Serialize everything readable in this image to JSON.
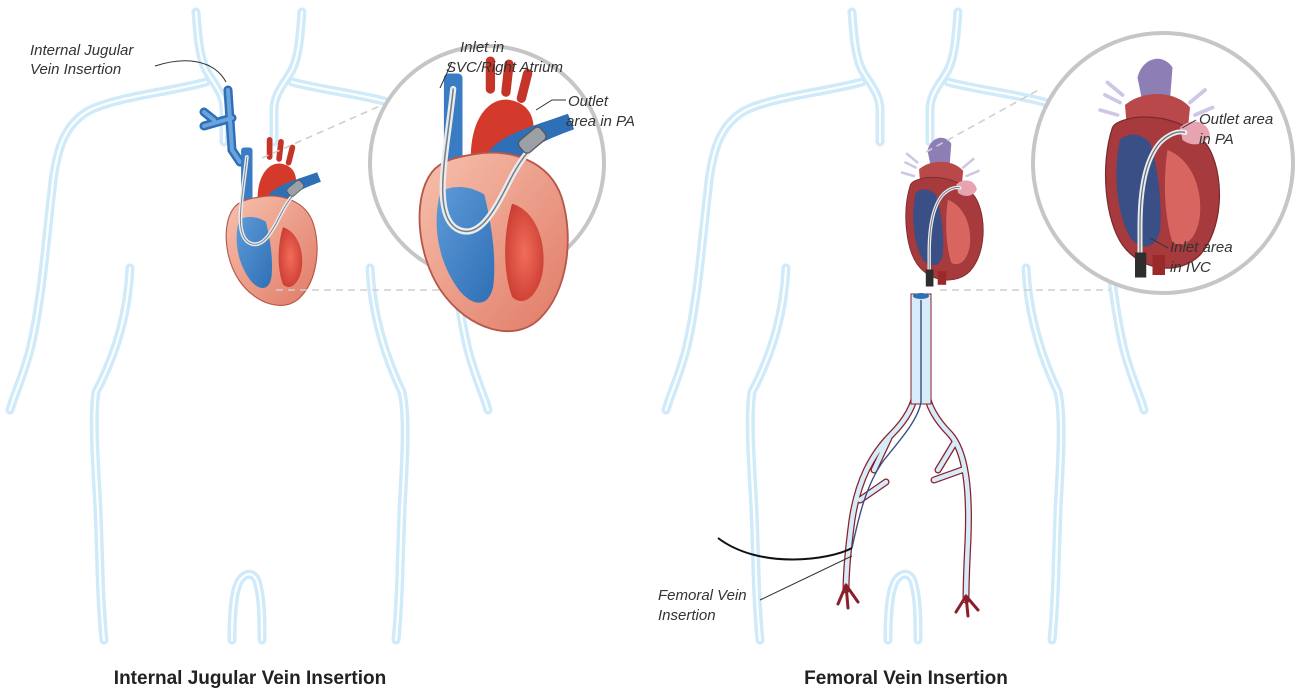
{
  "panels": [
    {
      "caption": "Internal Jugular Vein Insertion",
      "labels": {
        "insertion": [
          "Internal Jugular",
          "Vein Insertion"
        ],
        "inlet": [
          "Inlet in",
          "SVC/Right Atrium"
        ],
        "outlet": [
          "Outlet",
          "area in PA"
        ]
      }
    },
    {
      "caption": "Femoral Vein Insertion",
      "labels": {
        "outlet": [
          "Outlet area",
          "in PA"
        ],
        "inlet": [
          "Inlet area",
          "in IVC"
        ],
        "insertion": [
          "Femoral Vein",
          "Insertion"
        ]
      }
    }
  ],
  "colors": {
    "body_glow": "#bfe3f7",
    "vein_blue": "#2f6fb5",
    "artery_red": "#d43a2c",
    "myocardium": "#f2a48f",
    "magnifier_ring": "#c6c6c6",
    "femoral_vessel_fill": "#d6ecf8",
    "femoral_vessel_edge": "#8a1f2a"
  }
}
